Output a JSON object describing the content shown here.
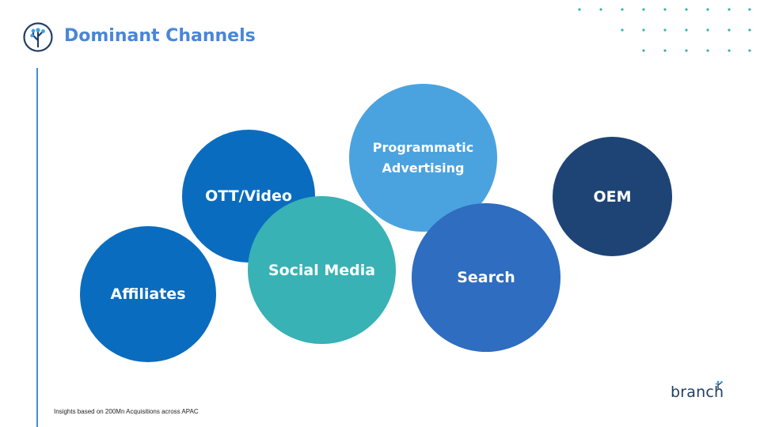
{
  "header": {
    "title": "Dominant Channels",
    "icon": "branch-tree-icon",
    "accent_color": "#4a86d8"
  },
  "channels": [
    {
      "label": "Affiliates",
      "color": "#0a6cbf"
    },
    {
      "label": "OTT/Video",
      "color": "#0a6cbf"
    },
    {
      "label": "Programmatic\nAdvertising",
      "color": "#4aa3df"
    },
    {
      "label": "Social Media",
      "color": "#38b2b5"
    },
    {
      "label": "Search",
      "color": "#2e6dbf"
    },
    {
      "label": "OEM",
      "color": "#1e4476"
    }
  ],
  "footer": {
    "note": "Insights based on 200Mn Acquisitions across APAC",
    "brand": "branch"
  }
}
